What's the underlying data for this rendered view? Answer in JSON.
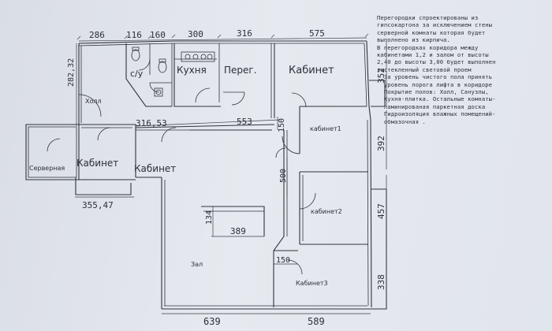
{
  "notes": [
    "Перегородки спроектированы из",
    "гипсокартона за исключением стены",
    "серверной комнаты которая будет",
    "выполнено из кирпича.",
    "В перегородках коридора между",
    "кабинетами 1,2 и залом от высоты",
    "2,40 до высоты 3,00 будет выполнен",
    "застекленный световой проем",
    "  За уровень чистого пола принять",
    "  уровень порога лифта в коридоре",
    "  Покрытие полов: Холл, Санузлы,",
    "  Кухня-плитка. Остальные комнаты-",
    "  ламинированая паркетная доска",
    "  Гидроизоляция влажных помещений-",
    "  обмазочная ."
  ],
  "rooms": {
    "su": "с/у",
    "kitchen": "Кухня",
    "pereg": "Перег.",
    "cabinet_main": "Кабинет",
    "hall": "Холл",
    "server": "Серверная",
    "cabinet_left": "Кабинет",
    "cabinet_mid": "Кабинет",
    "cabinet1": "кабинет1",
    "cabinet2": "кабинет2",
    "zal": "Зал",
    "cabinet3": "Кабинет3"
  },
  "dims": {
    "top_286": "286",
    "top_116": "116",
    "top_160": "160",
    "top_300": "300",
    "top_316": "316",
    "top_575": "575",
    "left_282": "282,32",
    "mid_316_53": "316,53",
    "mid_553": "553",
    "v_150": "150",
    "v_500": "500",
    "r_352": "352",
    "r_392": "392",
    "r_457": "457",
    "r_338": "338",
    "b_355": "355,47",
    "v_134": "134",
    "h_389": "389",
    "h_150": "150",
    "b_639": "639",
    "b_589": "589"
  }
}
